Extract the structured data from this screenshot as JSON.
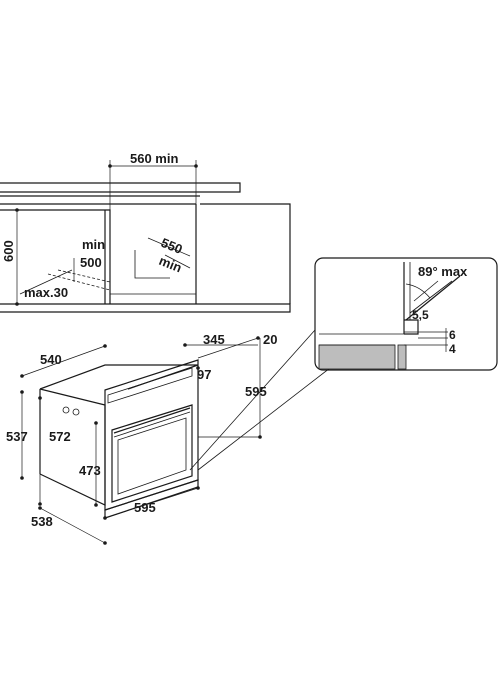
{
  "cabinet_view": {
    "min_width": "560 min",
    "height": "600",
    "depth_min_label": "min",
    "depth_min_value": "500",
    "depth_550": "550",
    "depth_550_min": "min",
    "max_gap": "max.30"
  },
  "oven_view": {
    "dim_540": "540",
    "dim_345": "345",
    "dim_20": "20",
    "dim_97": "97",
    "dim_595_height": "595",
    "dim_537": "537",
    "dim_572": "572",
    "dim_473": "473",
    "dim_538": "538",
    "dim_595_width": "595"
  },
  "detail_view": {
    "door_angle": "89° max",
    "dim_5_5": "5,5",
    "dim_6": "6",
    "dim_4": "4"
  },
  "colors": {
    "ink": "#1a1a1a",
    "panel_grey": "#bdbdbd"
  }
}
